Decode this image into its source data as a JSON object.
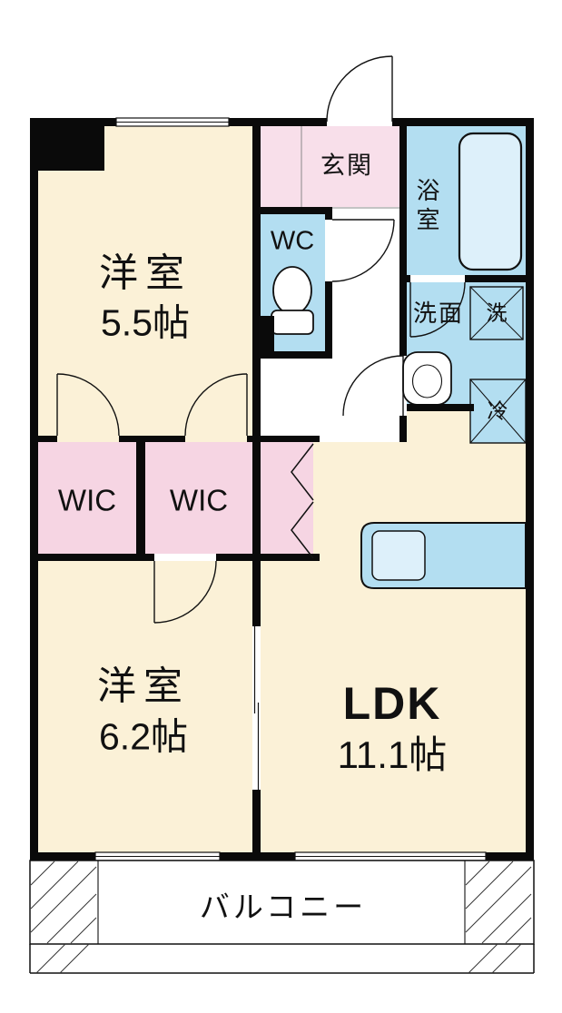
{
  "rooms": {
    "bedroom_a": {
      "name": "洋室",
      "size": "5.5帖"
    },
    "bedroom_b": {
      "name": "洋室",
      "size": "6.2帖"
    },
    "ldk": {
      "name": "LDK",
      "size": "11.1帖"
    },
    "wic_a": {
      "name": "WIC"
    },
    "wic_b": {
      "name": "WIC"
    },
    "entrance": {
      "name": "玄関"
    },
    "wc": {
      "name": "WC"
    },
    "bathroom": {
      "name": "浴室"
    },
    "washroom": {
      "name": "洗面"
    },
    "washer": {
      "name": "洗"
    },
    "refrigerator": {
      "name": "冷"
    },
    "balcony": {
      "name": "バルコニー"
    }
  },
  "colors": {
    "room_cream": "#FBF1D7",
    "closet_pink": "#F6D5E3",
    "entrance_pink": "#F8DFEA",
    "wet_area_blue": "#B3DEF1",
    "fixture_light_blue": "#DDF0FA",
    "wall_black": "#0A0A0A",
    "background": "#FFFFFF"
  }
}
